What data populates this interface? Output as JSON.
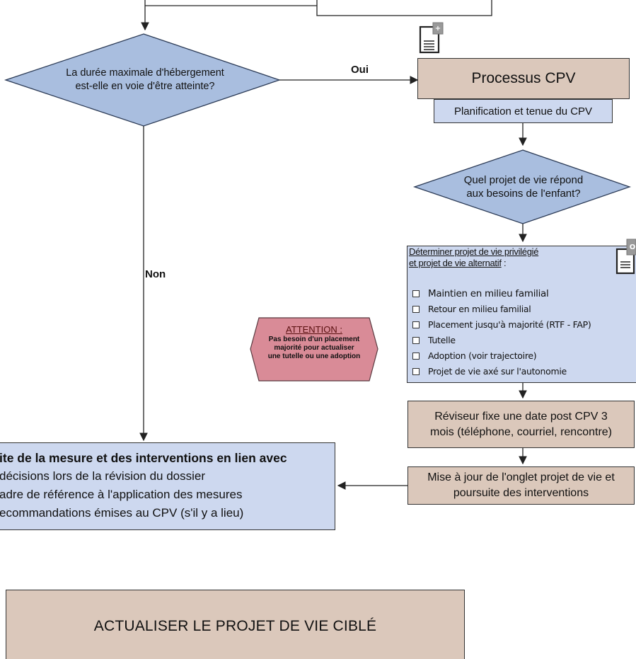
{
  "decision_duree": {
    "line1": "La durée maximale d'hébergement",
    "line2": "est-elle en voie d'être atteinte?"
  },
  "edge_oui": "Oui",
  "edge_non": "Non",
  "processus_cpv": "Processus CPV",
  "planification": "Planification et tenue du CPV",
  "decision_projet": {
    "line1": "Quel projet de vie répond",
    "line2": "aux besoins de l'enfant?"
  },
  "determiner": {
    "title_line1": "Déterminer projet de vie privilégié",
    "title_line2": "et projet de vie alternatif",
    "title_suffix": " :",
    "options": [
      "Maintien en milieu familial",
      "Retour en milieu familial",
      "Placement jusqu'à majorité (RTF - FAP)",
      "Tutelle",
      "Adoption (voir trajectoire)",
      "Projet de vie axé sur l'autonomie"
    ]
  },
  "attention": {
    "title": "ATTENTION :",
    "line1": "Pas besoin d'un placement",
    "line2": "majorité pour actualiser",
    "line3": "une tutelle ou une adoption"
  },
  "reviseur": {
    "line1": "Réviseur fixe une date post CPV 3",
    "line2": "mois (téléphone, courriel, rencontre)"
  },
  "mise_a_jour": {
    "line1": "Mise à jour de l'onglet projet de vie et",
    "line2": "poursuite des interventions"
  },
  "suite_mesure": {
    "line1": "ite de la mesure et des interventions en lien avec",
    "line2": "décisions lors de la révision du dossier",
    "line3": "adre de référence à l'application des mesures",
    "line4": "ecommandations émises au CPV (s'il y a lieu)"
  },
  "actualiser": "ACTUALISER LE PROJET DE VIE CIBLÉ",
  "doc_icon_badges": [
    "+",
    "O"
  ]
}
